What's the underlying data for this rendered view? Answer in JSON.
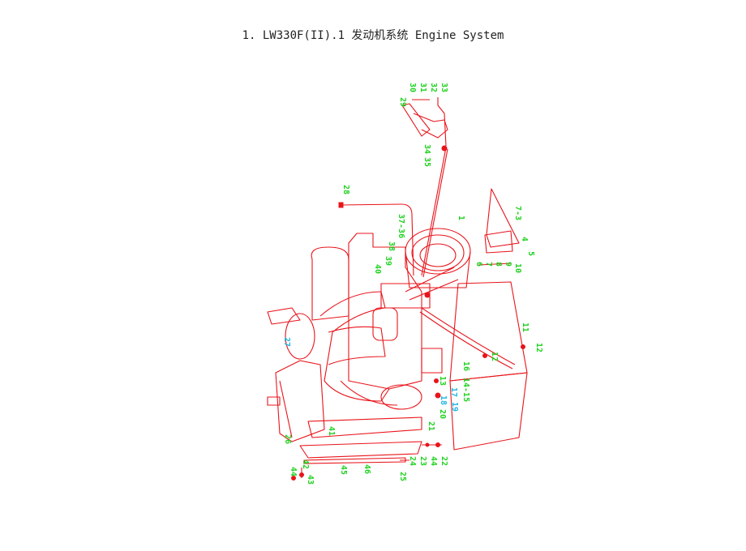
{
  "title": "1. LW330F(II).1 发动机系统 Engine System",
  "colors": {
    "line": "#e8141b",
    "label_green": "#1fd11f",
    "label_cyan": "#19b6e6"
  },
  "labels": [
    {
      "text": "30",
      "color": "green"
    },
    {
      "text": "31",
      "color": "green"
    },
    {
      "text": "32",
      "color": "green"
    },
    {
      "text": "33",
      "color": "green"
    },
    {
      "text": "29",
      "color": "green"
    },
    {
      "text": "34",
      "color": "green"
    },
    {
      "text": "35",
      "color": "green"
    },
    {
      "text": "28",
      "color": "green"
    },
    {
      "text": "1",
      "color": "green"
    },
    {
      "text": "7-3",
      "color": "green"
    },
    {
      "text": "37-36",
      "color": "green"
    },
    {
      "text": "38",
      "color": "green"
    },
    {
      "text": "4",
      "color": "green"
    },
    {
      "text": "5",
      "color": "green"
    },
    {
      "text": "39",
      "color": "green"
    },
    {
      "text": "40",
      "color": "green"
    },
    {
      "text": "6",
      "color": "green"
    },
    {
      "text": "7",
      "color": "green"
    },
    {
      "text": "8",
      "color": "green"
    },
    {
      "text": "9",
      "color": "green"
    },
    {
      "text": "10",
      "color": "green"
    },
    {
      "text": "11",
      "color": "green"
    },
    {
      "text": "12",
      "color": "green"
    },
    {
      "text": "12",
      "color": "green"
    },
    {
      "text": "27",
      "color": "cyan"
    },
    {
      "text": "16",
      "color": "green"
    },
    {
      "text": "13",
      "color": "green"
    },
    {
      "text": "14-15",
      "color": "green"
    },
    {
      "text": "17",
      "color": "cyan"
    },
    {
      "text": "18",
      "color": "cyan"
    },
    {
      "text": "19",
      "color": "cyan"
    },
    {
      "text": "20",
      "color": "green"
    },
    {
      "text": "21",
      "color": "green"
    },
    {
      "text": "41",
      "color": "green"
    },
    {
      "text": "26",
      "color": "green"
    },
    {
      "text": "24",
      "color": "green"
    },
    {
      "text": "23",
      "color": "green"
    },
    {
      "text": "44",
      "color": "green"
    },
    {
      "text": "22",
      "color": "green"
    },
    {
      "text": "42",
      "color": "green"
    },
    {
      "text": "45",
      "color": "green"
    },
    {
      "text": "46",
      "color": "green"
    },
    {
      "text": "44",
      "color": "green"
    },
    {
      "text": "43",
      "color": "green"
    },
    {
      "text": "25",
      "color": "green"
    }
  ]
}
